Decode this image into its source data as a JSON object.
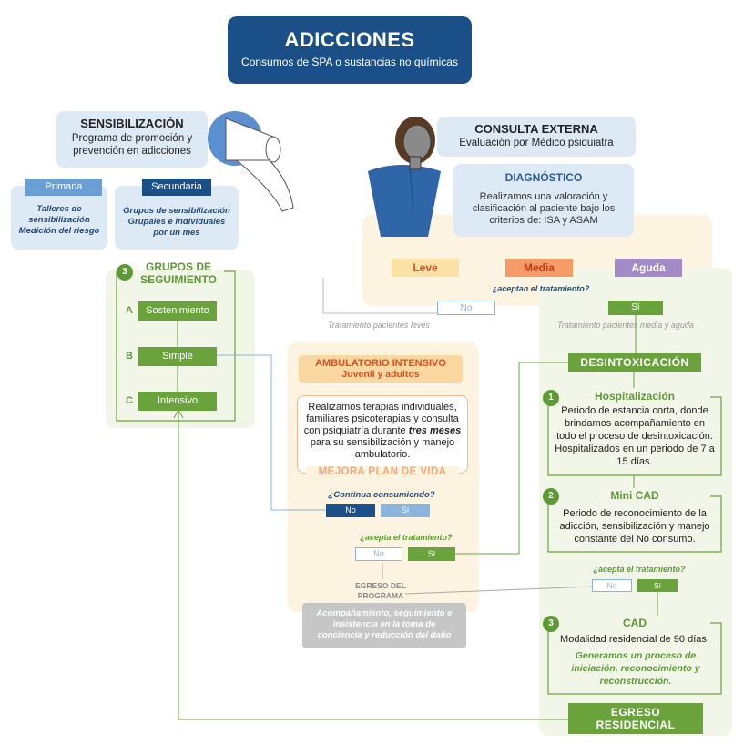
{
  "header": {
    "title": "ADICCIONES",
    "subtitle": "Consumos de SPA o sustancias no químicas"
  },
  "sensibilizacion": {
    "title": "SENSIBILIZACIÓN",
    "desc": "Programa de promoción y prevención en adicciones",
    "primaria": {
      "tag": "Primaria",
      "text": "Talleres de sensibilización Medición del riesgo"
    },
    "secundaria": {
      "tag": "Secundaria",
      "text": "Grupos de sensibilización Grupales e individuales por un mes"
    }
  },
  "consulta": {
    "title": "CONSULTA EXTERNA",
    "desc": "Evaluación por Médico psiquiatra"
  },
  "diagnostico": {
    "title": "DIAGNÓSTICO",
    "desc": "Realizamos una valoración y clasificación al paciente bajo los criterios de: ISA y ASAM"
  },
  "severity": {
    "leve": "Leve",
    "media": "Media",
    "aguda": "Aguda",
    "question": "¿aceptan el tratamiento?",
    "no": "No",
    "si": "Sí"
  },
  "grupos": {
    "num": "3",
    "title": "GRUPOS DE SEGUIMIENTO",
    "items": [
      {
        "letter": "A",
        "label": "Sostenimiento"
      },
      {
        "letter": "B",
        "label": "Simple"
      },
      {
        "letter": "C",
        "label": "Intensivo"
      }
    ]
  },
  "tratamiento": {
    "leves": "Tratamiento pacientes leves",
    "media": "Tratamiento pacientes media y aguda"
  },
  "ambulatorio": {
    "title": "AMBULATORIO INTENSIVO",
    "subtitle": "Juvenil y adultos",
    "desc_pre": "Realizamos terapias individuales, familiares psicoterapias y consulta con psiquiatría durante ",
    "desc_bold": "tres meses",
    "desc_post": " para su sensibilización y manejo ambulatorio.",
    "mejora": "MEJORA PLAN DE VIDA",
    "continua": "¿Continua consumiendo?",
    "no": "No",
    "si": "Sí",
    "acepta": "¿acepta el tratamiento?",
    "acepta_no": "No",
    "acepta_si": "Sí",
    "egreso": "EGRESO DEL PROGRAMA",
    "acompanamiento": "Acompañamiento, seguimiento e insistencia en la toma de conciencia y reducción del daño"
  },
  "desintoxicacion": {
    "title": "DESINTOXICACIÓN",
    "hosp": {
      "num": "1",
      "title": "Hospitalización",
      "desc": "Periodo de estancia corta, donde brindamos acompañamiento en todo el proceso de desintoxicación. Hospitalizados en un periodo de 7 a 15 días."
    },
    "minicad": {
      "num": "2",
      "title": "Mini CAD",
      "desc": "Periodo de reconocimiento de la adicción, sensibilización y manejo constante del No consumo."
    },
    "acepta": "¿acepta el tratamiento?",
    "no": "No",
    "si": "Sí",
    "cad": {
      "num": "3",
      "title": "CAD",
      "desc": "Modalidad residencial de 90 días.",
      "highlight": "Generamos un proceso de iniciación, reconocimiento y reconstrucción."
    },
    "egreso": "EGRESO RESIDENCIAL"
  },
  "colors": {
    "navy": "#1b4f87",
    "green": "#6aa33c",
    "orange": "#e8622a",
    "purple": "#9b7fbd",
    "peach": "#fdf3e1",
    "lightblue": "#dde9f5"
  }
}
